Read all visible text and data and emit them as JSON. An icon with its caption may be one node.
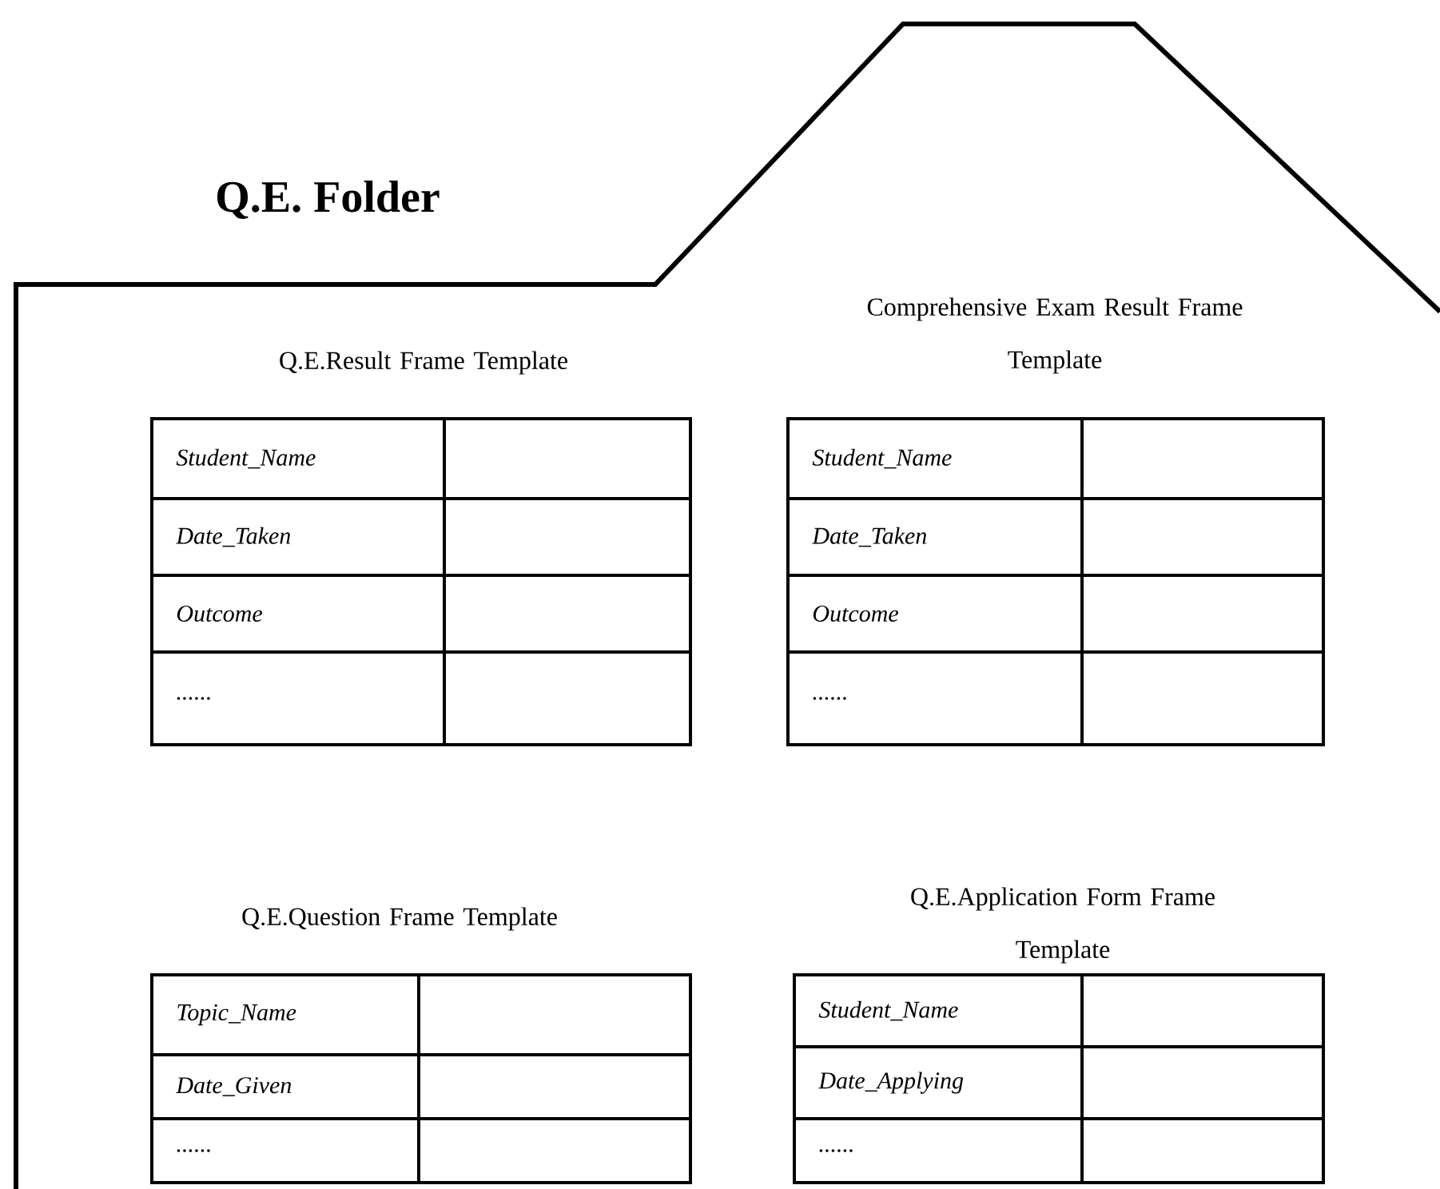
{
  "diagram": {
    "nodes": [
      {
        "text": [
          "Q.E. Folder"
        ]
      },
      {
        "text": [
          "Q.E.Result Frame Template",
          "Student_Name",
          "Date_Taken",
          "Outcome",
          "......"
        ],
        "in": 0
      },
      {
        "text": [
          "Comprehensive Exam Result Frame Template",
          "Student_Name",
          "Date_Taken",
          "Outcome",
          "......"
        ],
        "in": 0
      },
      {
        "text": [
          "Q.E.Question Frame Template",
          "Topic_Name",
          "Date_Given",
          "......"
        ],
        "in": 0
      },
      {
        "text": [
          "Q.E.Application Form Frame Template",
          "Student_Name",
          "Date_Applying",
          "......"
        ],
        "in": 0
      }
    ]
  }
}
